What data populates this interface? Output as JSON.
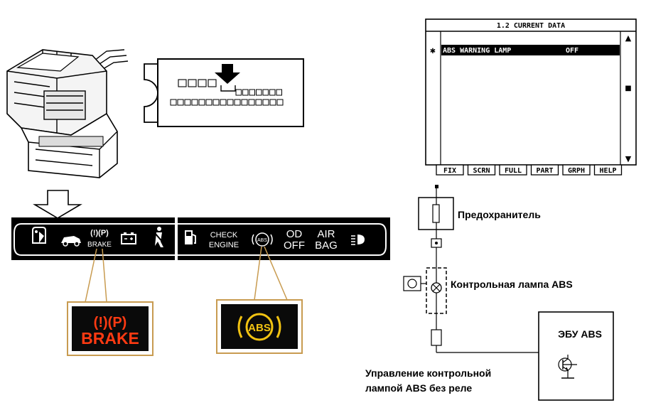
{
  "scanner": {
    "title": "1.2 CURRENT DATA",
    "row_marker": "✱",
    "row_param": "ABS WARNING LAMP",
    "row_value": "OFF",
    "scroll_up": "▲",
    "scroll_thumb": "■",
    "scroll_down": "▼",
    "buttons": [
      "FIX",
      "SCRN",
      "FULL",
      "PART",
      "GRPH",
      "HELP"
    ]
  },
  "dashboard": {
    "brake_small": "BRAKE",
    "brake_small_symbols": "(!)(P)",
    "check_engine_line1": "CHECK",
    "check_engine_line2": "ENGINE",
    "abs_small": "ABS",
    "od_off_line1": "OD",
    "od_off_line2": "OFF",
    "air_bag_line1": "AIR",
    "air_bag_line2": "BAG"
  },
  "zoom": {
    "brake_symbols": "(!)(P)",
    "brake_text": "BRAKE",
    "abs_text": "ABS",
    "brake_color": "#ff3a12",
    "abs_color": "#f2c312"
  },
  "circuit": {
    "fuse_label": "Предохранитель",
    "lamp_label": "Контрольная лампа ABS",
    "ecu_label": "ЭБУ ABS",
    "control_line1": "Управление контрольной",
    "control_line2": "лампой ABS без реле"
  }
}
